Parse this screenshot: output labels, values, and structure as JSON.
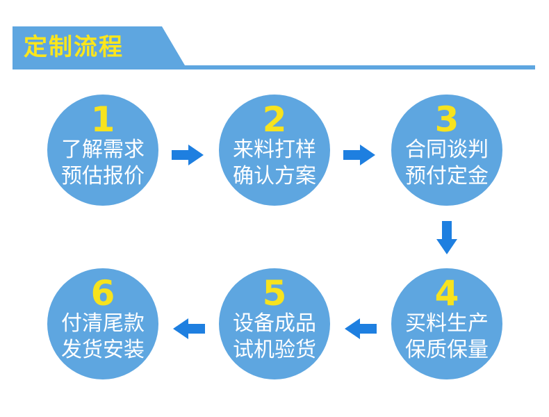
{
  "header": {
    "title": "定制流程"
  },
  "steps": [
    {
      "number": "1",
      "line1": "了解需求",
      "line2": "预估报价"
    },
    {
      "number": "2",
      "line1": "来料打样",
      "line2": "确认方案"
    },
    {
      "number": "3",
      "line1": "合同谈判",
      "line2": "预付定金"
    },
    {
      "number": "4",
      "line1": "买料生产",
      "line2": "保质保量"
    },
    {
      "number": "5",
      "line1": "设备成品",
      "line2": "试机验货"
    },
    {
      "number": "6",
      "line1": "付清尾款",
      "line2": "发货安装"
    }
  ],
  "colors": {
    "circle": "#5ea6e0",
    "number": "#f7e31e",
    "arrow": "#1e7fe0",
    "title": "#fce61c",
    "header_band": "#5ea6e0"
  }
}
